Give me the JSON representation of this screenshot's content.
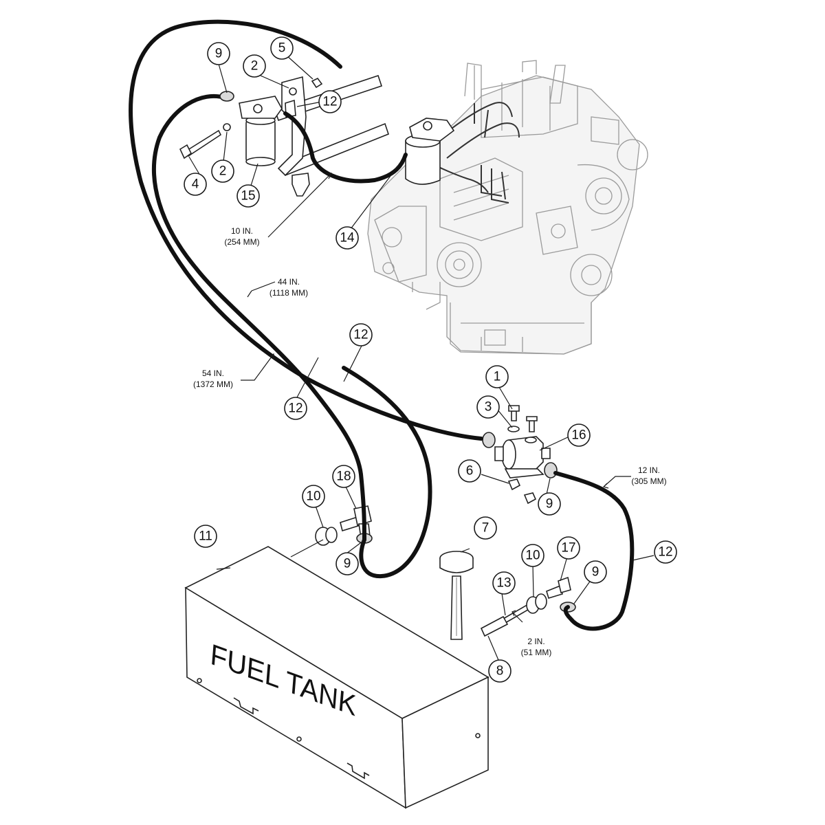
{
  "callouts": {
    "c1": "1",
    "c2a": "2",
    "c2b": "2",
    "c3": "3",
    "c4": "4",
    "c5": "5",
    "c6": "6",
    "c7": "7",
    "c8": "8",
    "c9a": "9",
    "c9b": "9",
    "c9c": "9",
    "c9d": "9",
    "c10a": "10",
    "c10b": "10",
    "c11": "11",
    "c12a": "12",
    "c12b": "12",
    "c12c": "12",
    "c12d": "12",
    "c13": "13",
    "c14": "14",
    "c15": "15",
    "c16": "16",
    "c17": "17",
    "c18": "18"
  },
  "dimensions": {
    "d10": {
      "line1": "10 IN.",
      "line2": "(254 MM)"
    },
    "d44": {
      "line1": "44 IN.",
      "line2": "(1118 MM)"
    },
    "d54": {
      "line1": "54 IN.",
      "line2": "(1372 MM)"
    },
    "d12": {
      "line1": "12 IN.",
      "line2": "(305 MM)"
    },
    "d2": {
      "line1": "2 IN.",
      "line2": "(51 MM)"
    }
  },
  "tank_label": "FUEL TANK"
}
